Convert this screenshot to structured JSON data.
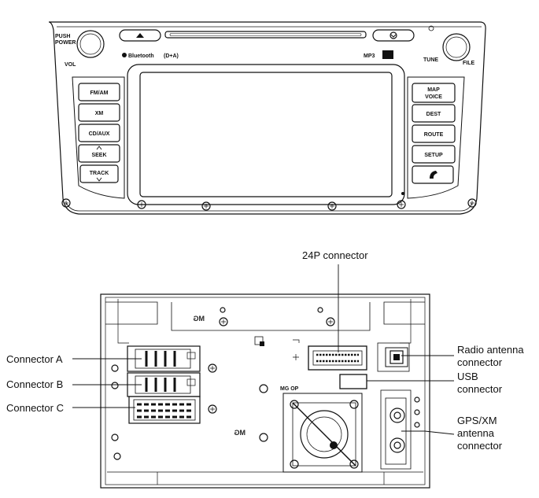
{
  "front_panel": {
    "left_buttons": [
      "FM/AM",
      "XM",
      "CD/AUX",
      "SEEK",
      "TRACK"
    ],
    "right_buttons": [
      {
        "line1": "MAP",
        "line2": "VOICE"
      },
      {
        "line1": "DEST",
        "line2": ""
      },
      {
        "line1": "ROUTE",
        "line2": ""
      },
      {
        "line1": "SETUP",
        "line2": ""
      }
    ],
    "push_power_line1": "PUSH",
    "push_power_line2": "POWER",
    "vol_label": "VOL",
    "tune_label": "TUNE",
    "file_label": "FILE",
    "bluetooth_label": "Bluetooth",
    "mp3_label": "MP3",
    "dolby_label": "(D+A)"
  },
  "rear_panel": {
    "mirrored_mark_top": "MG",
    "mirrored_mark_bottom": "MG",
    "pcb_mark": "MG  OP"
  },
  "callouts": {
    "connector_24p": "24P connector",
    "radio_antenna": {
      "line1": "Radio antenna",
      "line2": "connector"
    },
    "usb": {
      "line1": "USB",
      "line2": "connector"
    },
    "gps_xm": {
      "line1": "GPS/XM",
      "line2": "antenna",
      "line3": "connector"
    },
    "connector_a": "Connector A",
    "connector_b": "Connector B",
    "connector_c": "Connector C"
  }
}
